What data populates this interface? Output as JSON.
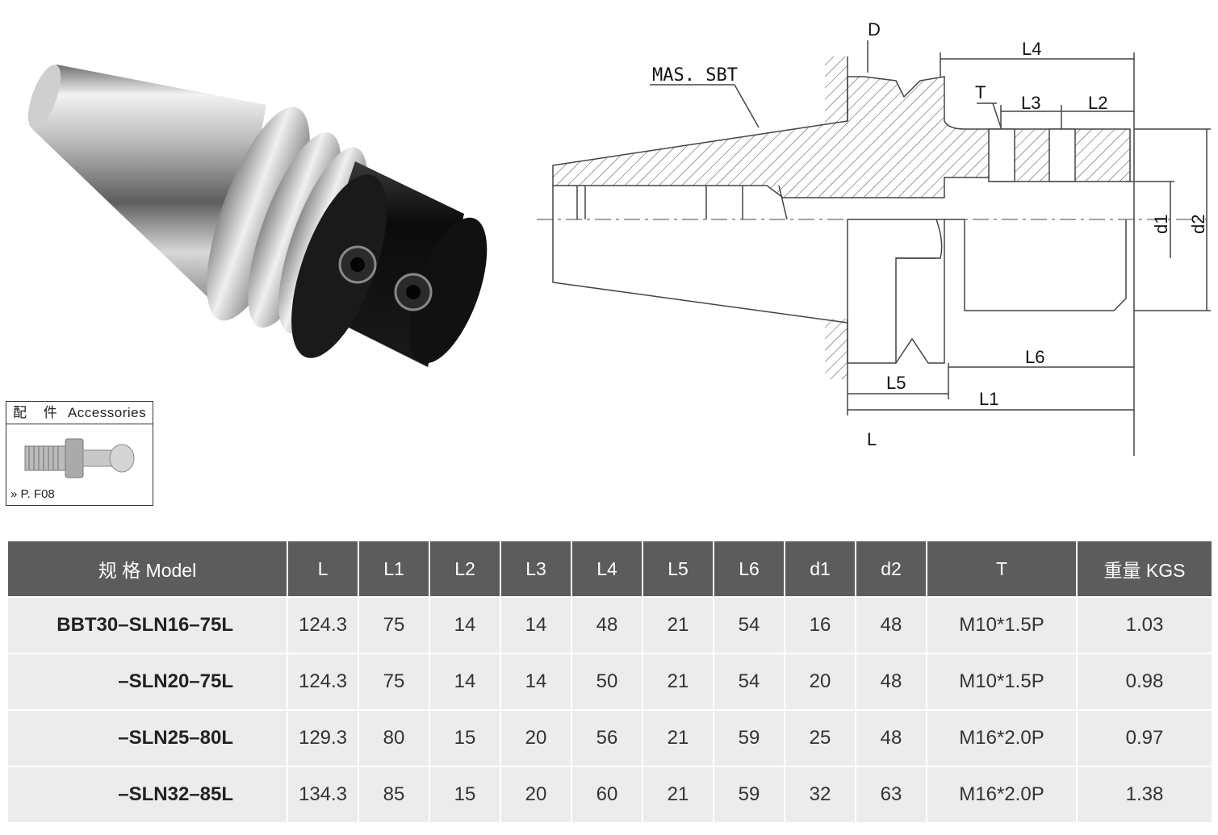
{
  "drawing": {
    "labels": {
      "D": "D",
      "mas": "MAS. SBT",
      "L4": "L4",
      "T": "T",
      "L3": "L3",
      "L2": "L2",
      "d1": "d1",
      "d2": "d2",
      "L6": "L6",
      "L5": "L5",
      "L1": "L1",
      "L": "L"
    }
  },
  "accessories": {
    "title_cn": "配 件",
    "title_en": "Accessories",
    "ref": "» P. F08"
  },
  "table": {
    "headers": [
      "规 格 Model",
      "L",
      "L1",
      "L2",
      "L3",
      "L4",
      "L5",
      "L6",
      "d1",
      "d2",
      "T",
      "重量 KGS"
    ],
    "rows": [
      [
        "BBT30–SLN16–75L",
        "124.3",
        "75",
        "14",
        "14",
        "48",
        "21",
        "54",
        "16",
        "48",
        "M10*1.5P",
        "1.03"
      ],
      [
        "–SLN20–75L",
        "124.3",
        "75",
        "14",
        "14",
        "50",
        "21",
        "54",
        "20",
        "48",
        "M10*1.5P",
        "0.98"
      ],
      [
        "–SLN25–80L",
        "129.3",
        "80",
        "15",
        "20",
        "56",
        "21",
        "59",
        "25",
        "48",
        "M16*2.0P",
        "0.97"
      ],
      [
        "–SLN32–85L",
        "134.3",
        "85",
        "15",
        "20",
        "60",
        "21",
        "59",
        "32",
        "63",
        "M16*2.0P",
        "1.38"
      ]
    ]
  }
}
